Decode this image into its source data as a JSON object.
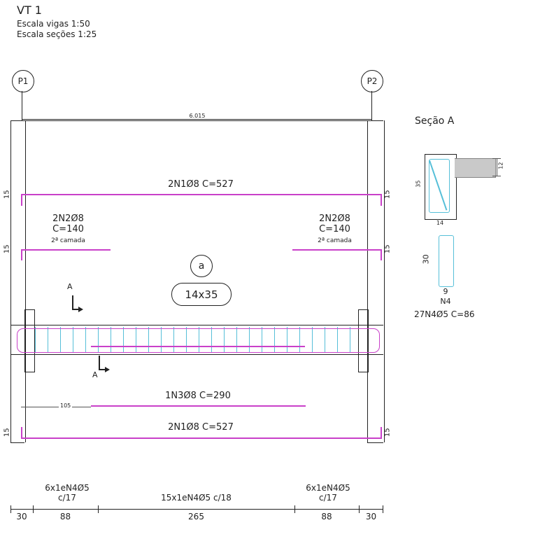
{
  "colors": {
    "rebar": "#c940c9",
    "stirrup": "#56bfd8",
    "slab": "#c9c9c9",
    "line": "#222222"
  },
  "header": {
    "title": "VT 1",
    "scale_beams": "Escala vigas 1:50",
    "scale_sections": "Escala seções 1:25"
  },
  "grid": {
    "p1": "P1",
    "p2": "P2",
    "span_dim": "6.015"
  },
  "beam": {
    "mark": "a",
    "size": "14x35",
    "section_letter": "A",
    "hook": "15",
    "top_bar": "2N1Ø8 C=527",
    "second_layer": {
      "line1": "2N2Ø8",
      "line2": "C=140",
      "line3": "2ª camada"
    },
    "bottom_bar_short": "1N3Ø8 C=290",
    "bottom_bar_short_offset": "105",
    "bottom_bar": "2N1Ø8 C=527"
  },
  "stirrups": {
    "left": "6x1eN4Ø5",
    "left_spacing": "c/17",
    "center": "15x1eN4Ø5 c/18",
    "right": "6x1eN4Ø5",
    "right_spacing": "c/17"
  },
  "dims": [
    "30",
    "88",
    "265",
    "88",
    "30"
  ],
  "section": {
    "title": "Seção A",
    "slab_thickness": "12",
    "beam_height": "35",
    "beam_width": "14",
    "stirrup_height": "30",
    "stirrup_width": "9",
    "stirrup_name": "N4",
    "stirrup_label": "27N4Ø5 C=86"
  }
}
